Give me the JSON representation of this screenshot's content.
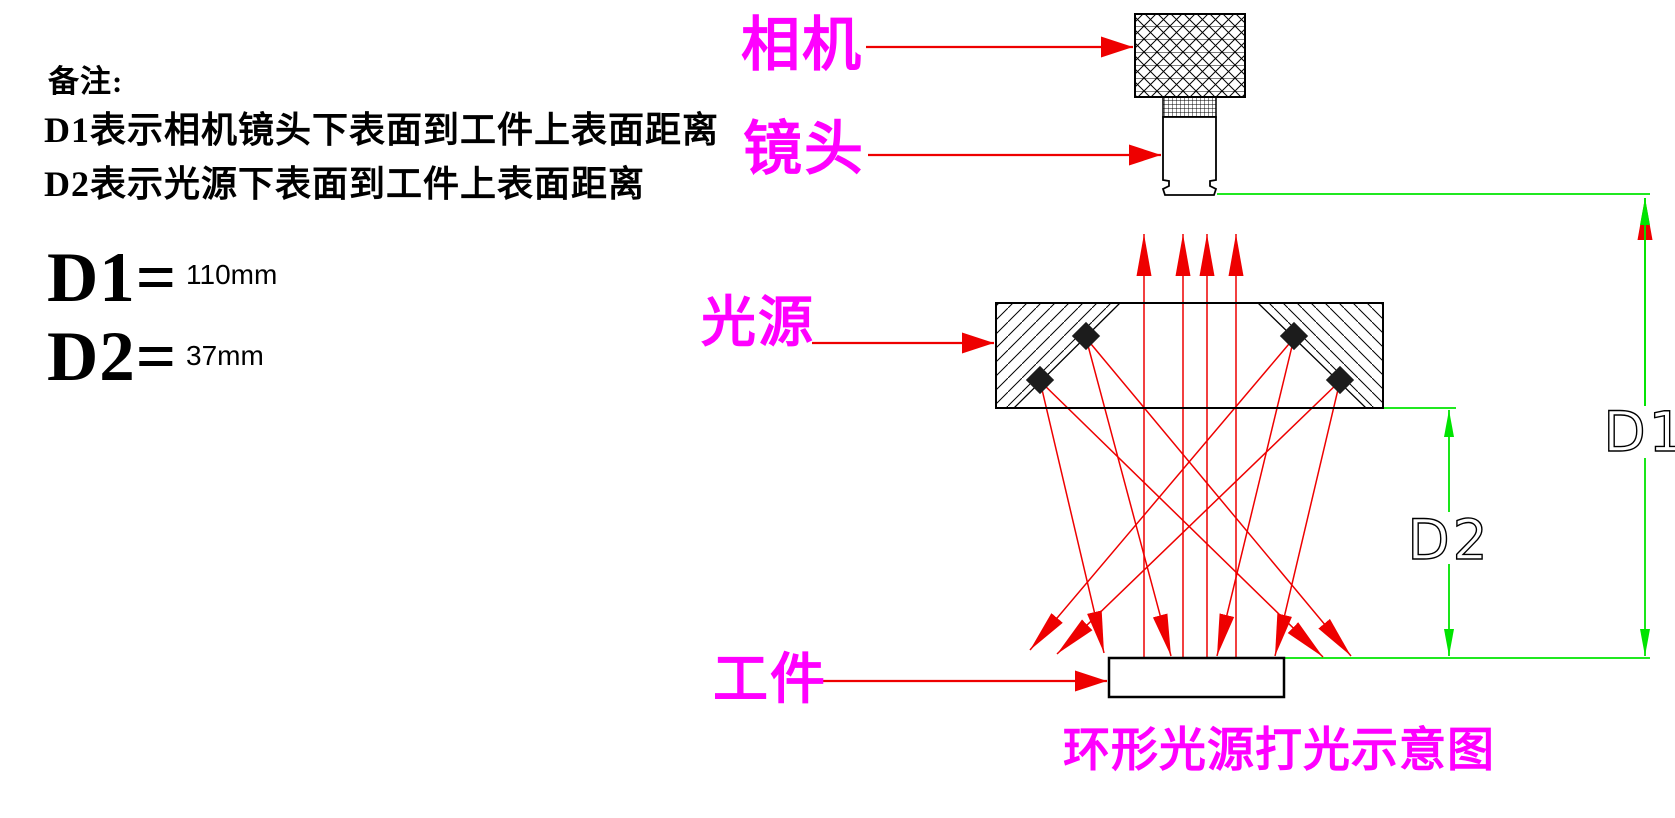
{
  "notes": {
    "title": "备注:",
    "line1": "D1表示相机镜头下表面到工件上表面距离",
    "line2": "D2表示光源下表面到工件上表面距离"
  },
  "measurements": {
    "d1_label": "D1=",
    "d1_value": "110mm",
    "d2_label": "D2=",
    "d2_value": "37mm"
  },
  "component_labels": {
    "camera": "相机",
    "lens": "镜头",
    "light_source": "光源",
    "workpiece": "工件"
  },
  "dimension_marks": {
    "d1": "D1",
    "d2": "D2"
  },
  "title": "环形光源打光示意图",
  "colors": {
    "label_magenta": "#ff00ff",
    "ray_red": "#ee0000",
    "dimension_green": "#00e400",
    "drawing_black": "#000000",
    "background": "#ffffff"
  }
}
